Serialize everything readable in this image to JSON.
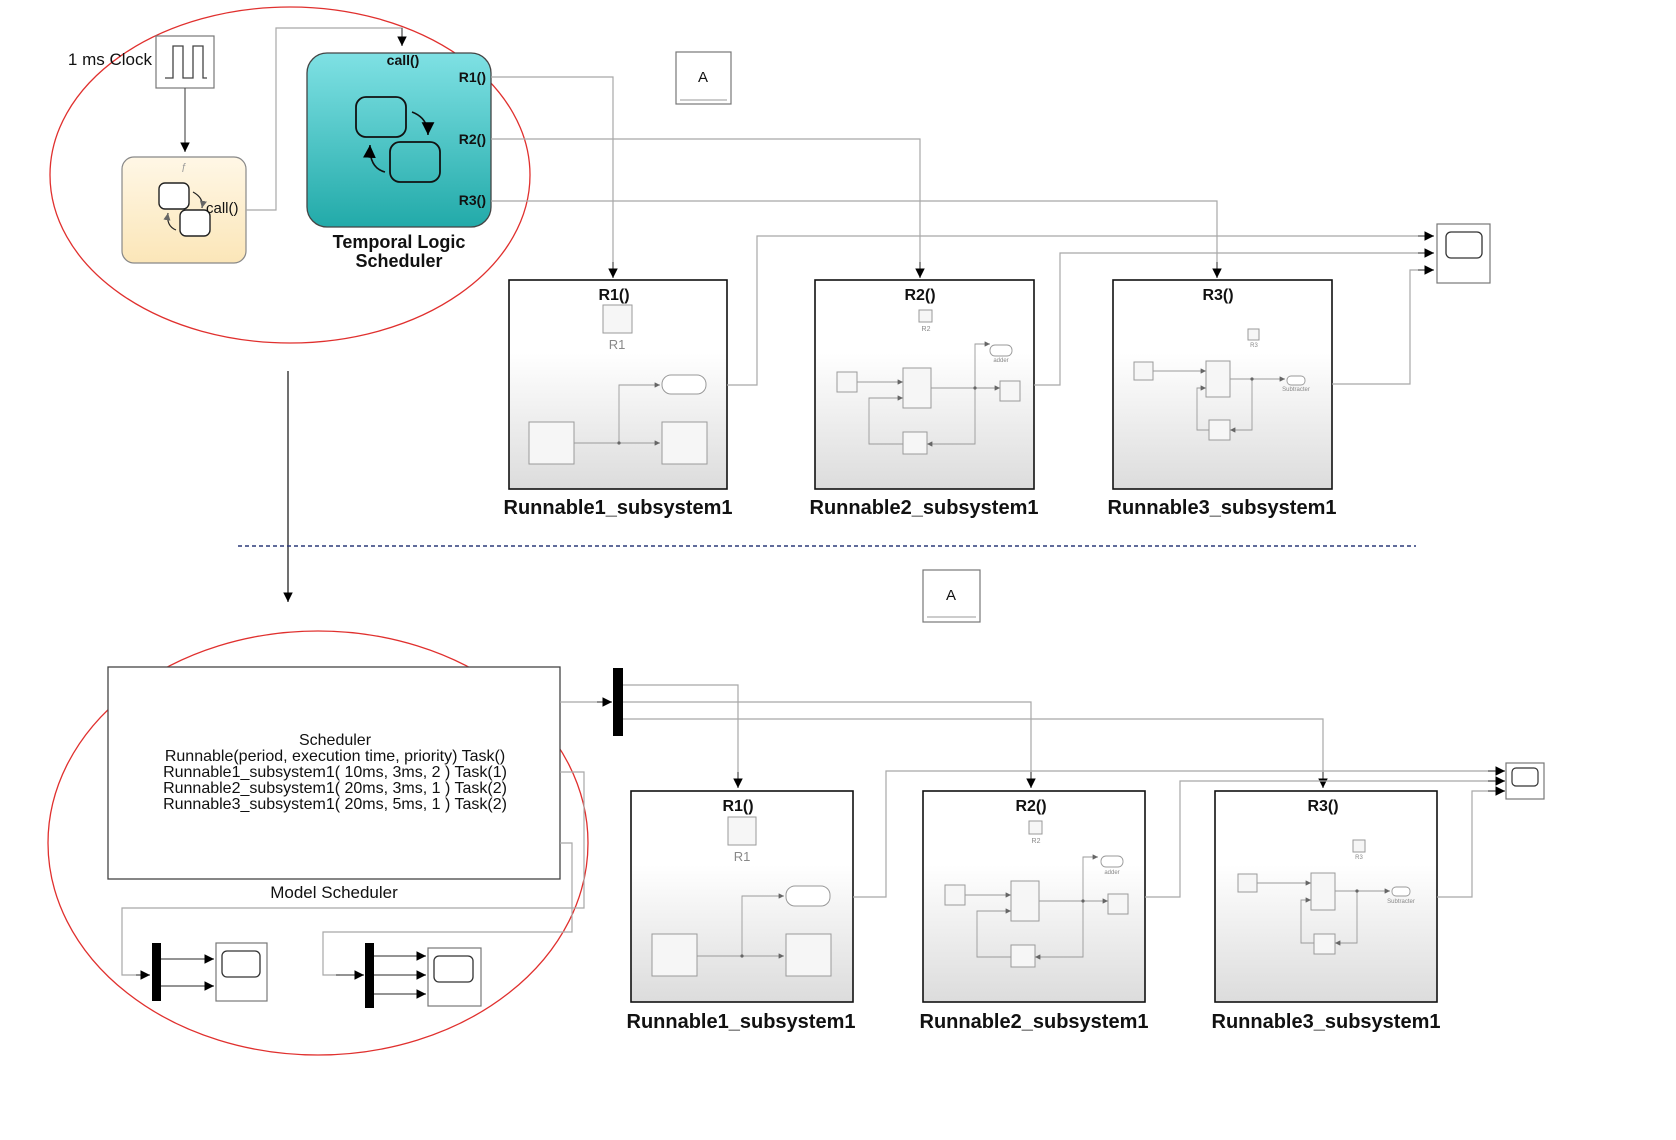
{
  "top": {
    "clock_label": "1 ms Clock",
    "small_chart_port": "call()",
    "scheduler": {
      "input_label": "call()",
      "outputs": [
        "R1()",
        "R2()",
        "R3()"
      ],
      "title_line1": "Temporal Logic",
      "title_line2": "Scheduler"
    },
    "goto_tag": "A",
    "subsystems": [
      {
        "port": "R1()",
        "title": "Runnable1_subsystem1",
        "inner_label": "R1",
        "terminator": ""
      },
      {
        "port": "R2()",
        "title": "Runnable2_subsystem1",
        "inner_label": "R2",
        "terminator": "adder"
      },
      {
        "port": "R3()",
        "title": "Runnable3_subsystem1",
        "inner_label": "R3",
        "terminator": "Subtracter"
      }
    ]
  },
  "bottom": {
    "from_tag": "A",
    "model_scheduler": {
      "lines": [
        "Scheduler",
        "Runnable(period, execution time, priority) Task()",
        "Runnable1_subsystem1( 10ms, 3ms, 2 ) Task(1)",
        "Runnable2_subsystem1( 20ms, 3ms, 1 ) Task(2)",
        "Runnable3_subsystem1( 20ms, 5ms, 1 ) Task(2)"
      ],
      "caption": "Model Scheduler"
    },
    "subsystems": [
      {
        "port": "R1()",
        "title": "Runnable1_subsystem1",
        "inner_label": "R1",
        "terminator": ""
      },
      {
        "port": "R2()",
        "title": "Runnable2_subsystem1",
        "inner_label": "R2",
        "terminator": "adder"
      },
      {
        "port": "R3()",
        "title": "Runnable3_subsystem1",
        "inner_label": "R3",
        "terminator": "Subtracter"
      }
    ]
  },
  "colors": {
    "highlight_ellipse": "#e0302e",
    "scheduler_top": "#7fe1e4",
    "scheduler_bottom": "#22aaa9",
    "chart_fill": "#fdeecb",
    "divider": "#2c3a78"
  },
  "icons": [
    "pulse-generator-icon",
    "stateflow-chart-icon",
    "scope-icon",
    "mux-icon",
    "goto-icon",
    "from-icon"
  ]
}
